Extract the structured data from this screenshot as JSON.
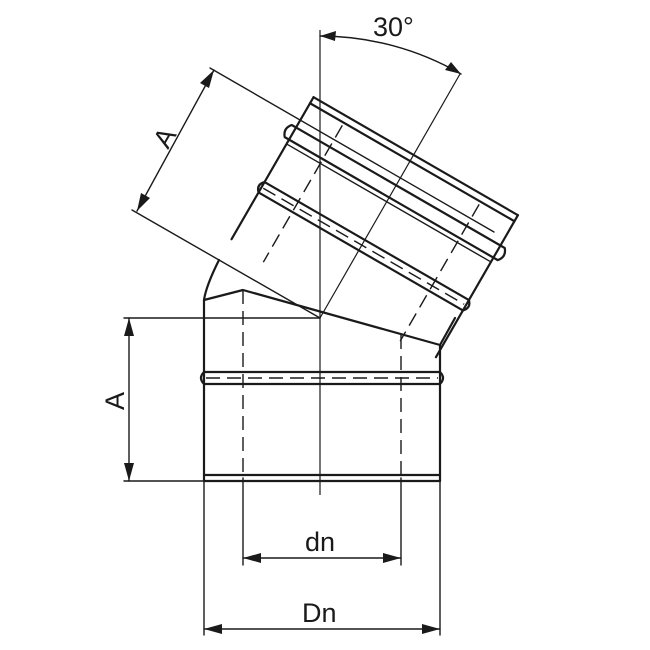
{
  "labels": {
    "angle": "30°",
    "length_lower": "A",
    "length_upper": "A",
    "inner_diameter": "dn",
    "outer_diameter": "Dn"
  },
  "colors": {
    "line": "#1a1a1a",
    "background": "#ffffff"
  }
}
